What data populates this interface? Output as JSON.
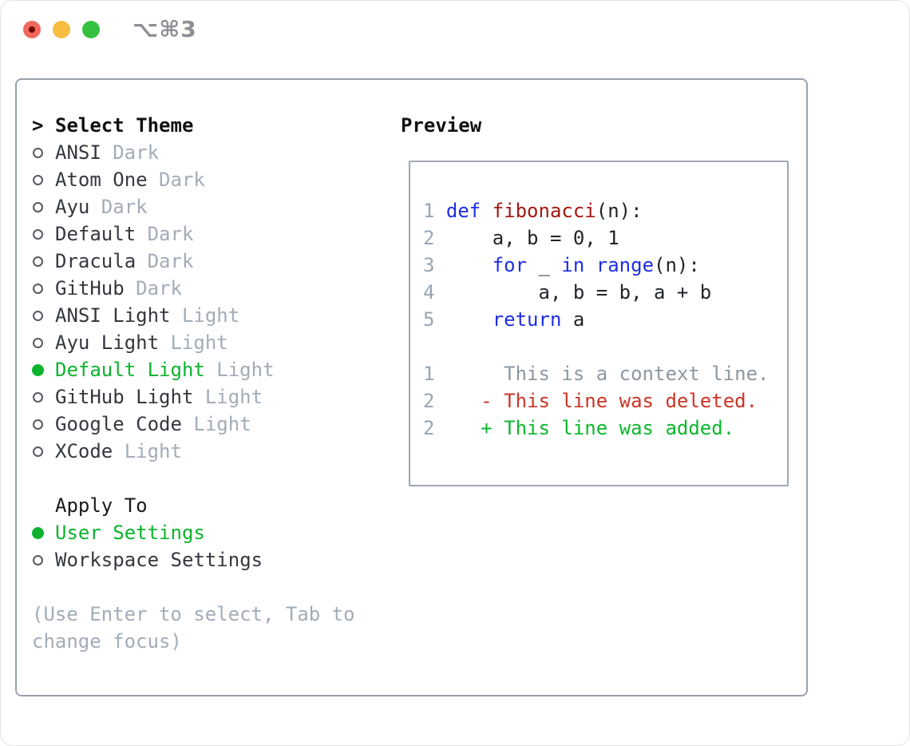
{
  "window": {
    "title": "⌥⌘3",
    "traffic_lights": [
      {
        "name": "close",
        "color": "#f2685c",
        "edited_dot": true
      },
      {
        "name": "minimize",
        "color": "#f7bd40",
        "edited_dot": false
      },
      {
        "name": "zoom",
        "color": "#35c13f",
        "edited_dot": false
      }
    ]
  },
  "theme_panel": {
    "prompt": ">",
    "title": "Select Theme",
    "items": [
      {
        "name": "ANSI",
        "variant": "Dark",
        "selected": false
      },
      {
        "name": "Atom One",
        "variant": "Dark",
        "selected": false
      },
      {
        "name": "Ayu",
        "variant": "Dark",
        "selected": false
      },
      {
        "name": "Default",
        "variant": "Dark",
        "selected": false
      },
      {
        "name": "Dracula",
        "variant": "Dark",
        "selected": false
      },
      {
        "name": "GitHub",
        "variant": "Dark",
        "selected": false
      },
      {
        "name": "ANSI Light",
        "variant": "Light",
        "selected": false
      },
      {
        "name": "Ayu Light",
        "variant": "Light",
        "selected": false
      },
      {
        "name": "Default Light",
        "variant": "Light",
        "selected": true
      },
      {
        "name": "GitHub Light",
        "variant": "Light",
        "selected": false
      },
      {
        "name": "Google Code",
        "variant": "Light",
        "selected": false
      },
      {
        "name": "XCode",
        "variant": "Light",
        "selected": false
      }
    ]
  },
  "apply_panel": {
    "title": "Apply To",
    "options": [
      {
        "label": "User Settings",
        "selected": true
      },
      {
        "label": "Workspace Settings",
        "selected": false
      }
    ]
  },
  "help_lines": [
    "(Use Enter to select, Tab to",
    "change focus)"
  ],
  "preview": {
    "title": "Preview",
    "lines": [
      {
        "num": "1",
        "segments": [
          {
            "text": "def ",
            "color": "keyword"
          },
          {
            "text": "fibonacci",
            "color": "function"
          },
          {
            "text": "(n):",
            "color": "plain"
          }
        ]
      },
      {
        "num": "2",
        "segments": [
          {
            "text": "    a, b = 0, 1",
            "color": "plain"
          }
        ]
      },
      {
        "num": "3",
        "segments": [
          {
            "text": "    ",
            "color": "plain"
          },
          {
            "text": "for",
            "color": "keyword"
          },
          {
            "text": " _ ",
            "color": "plain"
          },
          {
            "text": "in",
            "color": "keyword"
          },
          {
            "text": " ",
            "color": "plain"
          },
          {
            "text": "range",
            "color": "keyword"
          },
          {
            "text": "(n):",
            "color": "plain"
          }
        ]
      },
      {
        "num": "4",
        "segments": [
          {
            "text": "        a, b = b, a + b",
            "color": "plain"
          }
        ]
      },
      {
        "num": "5",
        "segments": [
          {
            "text": "    ",
            "color": "plain"
          },
          {
            "text": "return",
            "color": "keyword"
          },
          {
            "text": " a",
            "color": "plain"
          }
        ]
      },
      {
        "num": "",
        "segments": []
      },
      {
        "num": "1",
        "segments": [
          {
            "text": "     This is a context line.",
            "color": "context"
          }
        ]
      },
      {
        "num": "2",
        "segments": [
          {
            "text": "   ",
            "color": "plain"
          },
          {
            "text": "- This line was deleted.",
            "color": "deleted"
          }
        ]
      },
      {
        "num": "2",
        "segments": [
          {
            "text": "   ",
            "color": "plain"
          },
          {
            "text": "+ This line was added.",
            "color": "added"
          }
        ]
      }
    ]
  },
  "colors": {
    "accent_green": "#0db32e",
    "keyword_blue": "#1e2de4",
    "function_red": "#a41712",
    "deleted_red": "#cb3426",
    "added_green": "#0cb82c",
    "line_number_gray": "#9aa5b2",
    "context_gray": "#8d97a1",
    "muted_gray": "#a2acb8"
  }
}
